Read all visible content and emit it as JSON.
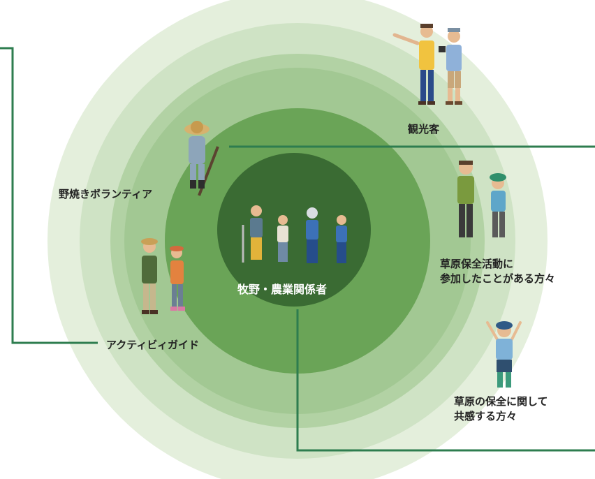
{
  "diagram": {
    "center_label": "牧野・農業関係者",
    "groups": {
      "tourists": "観光客",
      "burning_volunteers": "野焼きボランティア",
      "activity_guides": "アクティビィガイド",
      "participants_line1": "草原保全活動に",
      "participants_line2": "参加したことがある方々",
      "sympathizers_line1": "草原の保全に関して",
      "sympathizers_line2": "共感する方々"
    },
    "colors": {
      "ring_outer": "#e4efdc",
      "ring_2": "#cfe3c5",
      "ring_3": "#b2d2a4",
      "ring_4": "#8cbb79",
      "ring_5": "#5f9a4e",
      "core": "#3a6b33",
      "connector": "#2e7d4f"
    }
  }
}
